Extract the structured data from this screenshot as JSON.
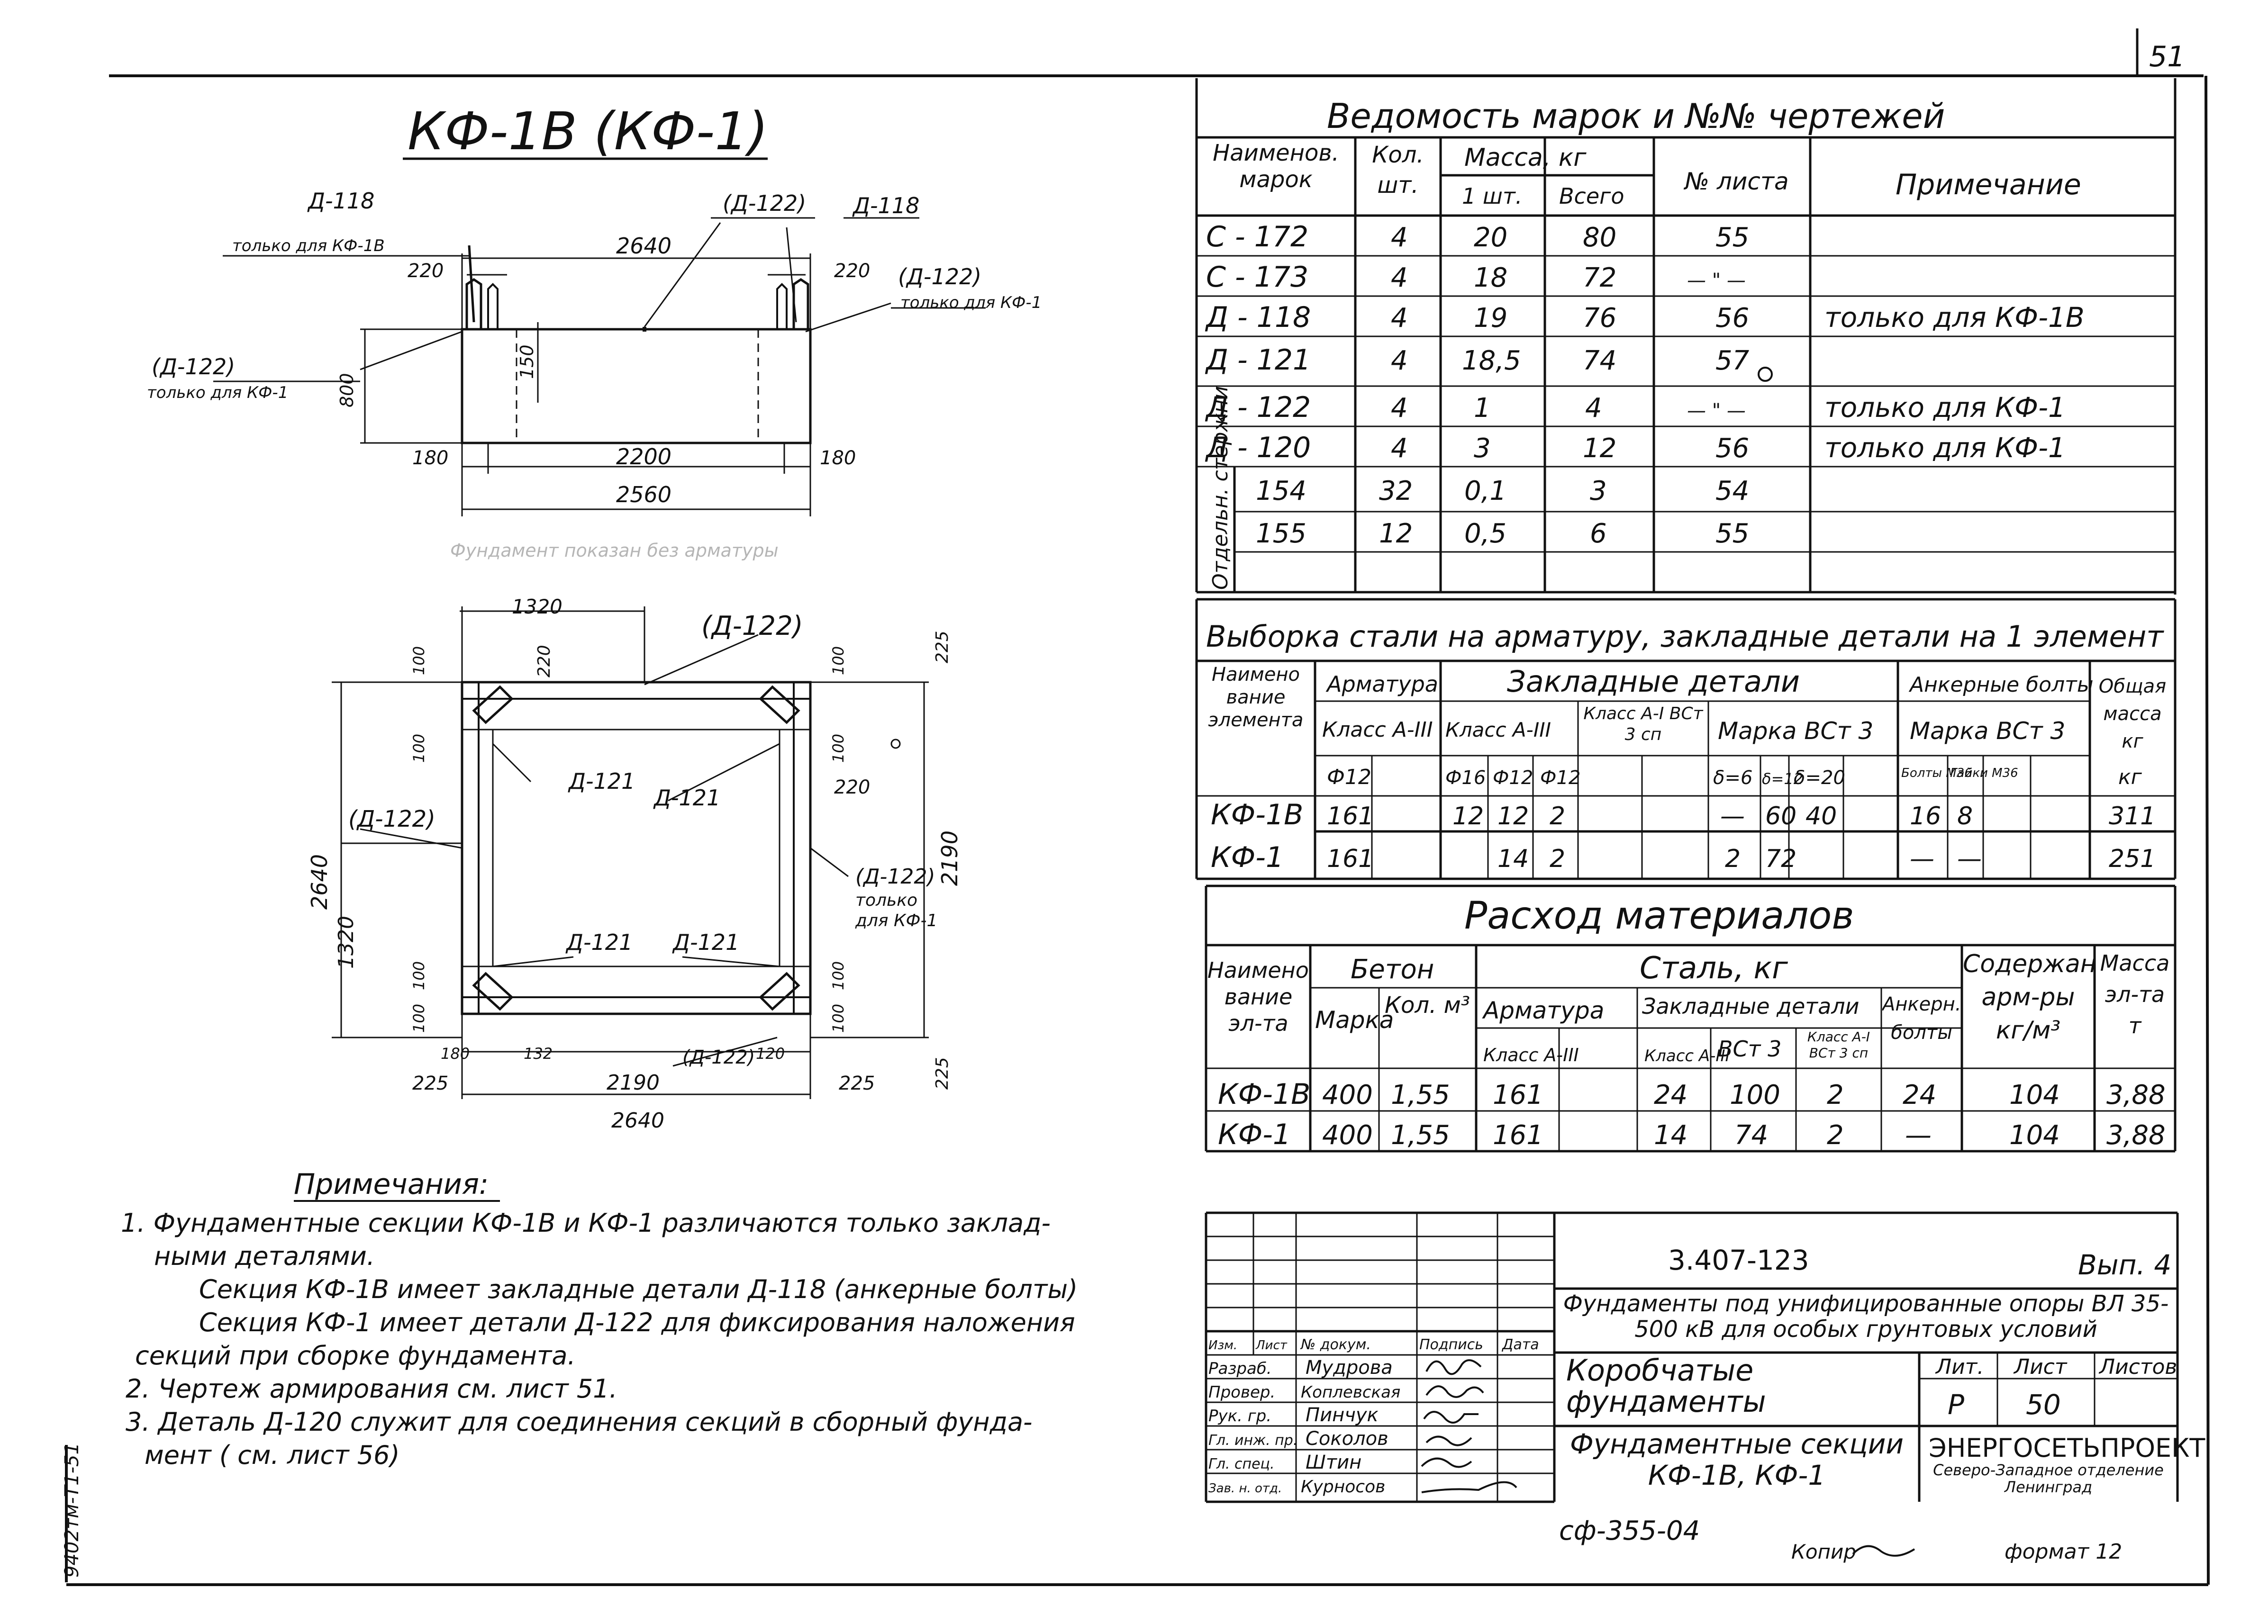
{
  "page_number": "51",
  "drawing": {
    "title": "КФ-1В (КФ-1)",
    "elevation": {
      "labels": {
        "d118_left": "Д-118",
        "d118_left_note": "только для КФ-1В",
        "d122_top": "(Д-122)",
        "d118_right": "Д-118",
        "d122_right": "(Д-122)",
        "d122_right_note": "только для КФ-1",
        "d122_left": "(Д-122)",
        "d122_left_note": "только для КФ-1"
      },
      "dims": {
        "d2640": "2640",
        "d220a": "220",
        "d220b": "220",
        "d150": "150",
        "d800": "800",
        "d180a": "180",
        "d2200": "2200",
        "d180b": "180",
        "d2560": "2560"
      },
      "faded_caption": "Фундамент показан без арматуры"
    },
    "plan": {
      "labels": {
        "d122_top": "(Д-122)",
        "d121_a": "Д-121",
        "d121_b": "Д-121",
        "d122_left": "(Д-122)",
        "d122_right": "(Д-122)",
        "d122_right_note1": "только",
        "d122_right_note2": "для КФ-1",
        "d121_c": "Д-121",
        "d121_d": "Д-121",
        "d122_bottom": "(Д-122)"
      },
      "dims": {
        "d1320_top": "1320",
        "d220_top": "220",
        "d225_tr": "225",
        "d100_l1": "100",
        "d100_r1": "100",
        "d100_l2": "100",
        "d100_r2": "100",
        "d220_r": "220",
        "d2640_l": "2640",
        "d2190_r": "2190",
        "d1320_l": "1320",
        "d100_l3": "100",
        "d100_r3": "100",
        "d100_l4": "100",
        "d100_r4": "100",
        "d180_b": "180",
        "d132_b": "132",
        "d120_b": "120",
        "d225_bl": "225",
        "d225_br": "225",
        "d225_rb": "225",
        "d2190_b": "2190",
        "d2640_b": "2640"
      }
    }
  },
  "marks_table": {
    "title": "Ведомость марок и №№ чертежей",
    "headers": {
      "name": "Наименов. марок",
      "qty": "Кол. шт.",
      "mass": "Масса, кг",
      "mass_one": "1 шт.",
      "mass_total": "Всего",
      "sheet": "№ листа",
      "note": "Примечание"
    },
    "rows": [
      {
        "name": "С - 172",
        "qty": "4",
        "one": "20",
        "total": "80",
        "sheet": "55",
        "note": ""
      },
      {
        "name": "С - 173",
        "qty": "4",
        "one": "18",
        "total": "72",
        "sheet": "— \" —",
        "note": ""
      },
      {
        "name": "Д - 118",
        "qty": "4",
        "one": "19",
        "total": "76",
        "sheet": "56",
        "note": "только для КФ-1В"
      },
      {
        "name": "Д - 121",
        "qty": "4",
        "one": "18,5",
        "total": "74",
        "sheet": "57",
        "note": ""
      },
      {
        "name": "Д - 122",
        "qty": "4",
        "one": "1",
        "total": "4",
        "sheet": "— \" —",
        "note": "только для КФ-1"
      },
      {
        "name": "Д - 120",
        "qty": "4",
        "one": "3",
        "total": "12",
        "sheet": "56",
        "note": "только для КФ-1"
      }
    ],
    "rods_group": "Отдельн. стержни",
    "rod_rows": [
      {
        "name": "154",
        "qty": "32",
        "one": "0,1",
        "total": "3",
        "sheet": "54"
      },
      {
        "name": "155",
        "qty": "12",
        "one": "0,5",
        "total": "6",
        "sheet": "55"
      }
    ]
  },
  "steel_table": {
    "title": "Выборка стали на арматуру, закладные детали на 1 элемент",
    "headers": {
      "name": "Наимено вание элемента",
      "armatura": "Арматура",
      "klass_a3": "Класс А-III",
      "zakladnye": "Закладные детали",
      "klass_a3b": "Класс А-III",
      "klass_a1": "Класс А-I ВСт 3 сп",
      "marka": "Марка ВСт 3",
      "ankernye": "Анкерные болты",
      "marka_b": "Марка ВСт 3",
      "total": "Общая масса кг",
      "f12a": "Ф12",
      "f16": "Ф16",
      "f12b": "Ф12",
      "f12c": "Ф12",
      "d6": "δ=6",
      "d12": "δ=12",
      "d20": "δ=20",
      "bolts": "Болты М36",
      "nuts": "Гайки М36",
      "unit": "кг"
    },
    "rows": [
      {
        "name": "КФ-1В",
        "f12": "161",
        "f16": "12",
        "f12b": "12",
        "f12c": "2",
        "d6": "—",
        "d12": "60",
        "d20": "40",
        "bolts": "16",
        "nuts": "8",
        "total": "311"
      },
      {
        "name": "КФ-1",
        "f12": "161",
        "f16": "",
        "f12b": "14",
        "f12c": "2",
        "d6": "2",
        "d12": "72",
        "d20": "",
        "bolts": "—",
        "nuts": "—",
        "total": "251"
      }
    ]
  },
  "materials_table": {
    "title": "Расход материалов",
    "headers": {
      "name": "Наимено- вание эл-та",
      "beton": "Бетон",
      "marka": "Марка",
      "kol": "Кол. м³",
      "stal": "Сталь, кг",
      "armatura": "Арматура",
      "zakl": "Закладные детали",
      "anker": "Анкерн. болты",
      "klass_a3": "Класс А-III",
      "klass_a3b": "Класс А-III",
      "vst3": "ВСт 3",
      "klass_a1": "Класс А-I ВСт 3 сп",
      "soderzh": "Содержан. арм-ры кг/м³",
      "massa": "Масса эл-та т"
    },
    "rows": [
      {
        "name": "КФ-1В",
        "marka": "400",
        "kol": "1,55",
        "arm": "161",
        "a3": "24",
        "vst3": "100",
        "a1": "2",
        "anker": "24",
        "soderzh": "104",
        "massa": "3,88"
      },
      {
        "name": "КФ-1",
        "marka": "400",
        "kol": "1,55",
        "arm": "161",
        "a3": "14",
        "vst3": "74",
        "a1": "2",
        "anker": "—",
        "soderzh": "104",
        "massa": "3,88"
      }
    ]
  },
  "notes": {
    "title": "Примечания:",
    "lines": [
      "1. Фундаментные секции КФ-1В и КФ-1 различаются только заклад-",
      "ными деталями.",
      "Секция КФ-1В имеет закладные детали Д-118 (анкерные болты)",
      "Секция КФ-1 имеет детали Д-122 для фиксирования наложения",
      "секций при сборке фундамента.",
      "2. Чертеж армирования см. лист 51.",
      "3. Деталь Д-120 служит для соединения секций в сборный фунда-",
      "мент ( см. лист 56)"
    ]
  },
  "title_block": {
    "code": "3.407-123",
    "issue": "Вып. 4",
    "project": "Фундаменты под унифицированные опоры ВЛ 35-500 кВ для особых грунтовых условий",
    "name": "Коробчатые фундаменты",
    "col_headers": {
      "izm": "Изм.",
      "list": "Лист",
      "doc": "№ докум.",
      "sign": "Подпись",
      "date": "Дата"
    },
    "roles": [
      {
        "role": "Разраб.",
        "person": "Мудрова"
      },
      {
        "role": "Провер.",
        "person": "Коплевская"
      },
      {
        "role": "Рук. гр.",
        "person": "Пинчук"
      },
      {
        "role": "Гл. инж. пр.",
        "person": "Соколов"
      },
      {
        "role": "Гл. спец.",
        "person": "Штин"
      },
      {
        "role": "Зав. н. отд.",
        "person": "Курносов"
      }
    ],
    "lit_label": "Лит.",
    "list_label": "Лист",
    "lists_label": "Листов",
    "lit": "Р",
    "list": "50",
    "lists": "",
    "sheet_title": "Фундаментные секции КФ-1В, КФ-1",
    "org": "ЭНЕРГОСЕТЬПРОЕКТ",
    "org_sub": "Северо-Западное отделение Ленинград",
    "below_code": "сф-355-04",
    "copied": "Копир",
    "format": "формат 12",
    "side_stamp": "9402тм-Т1-51"
  }
}
